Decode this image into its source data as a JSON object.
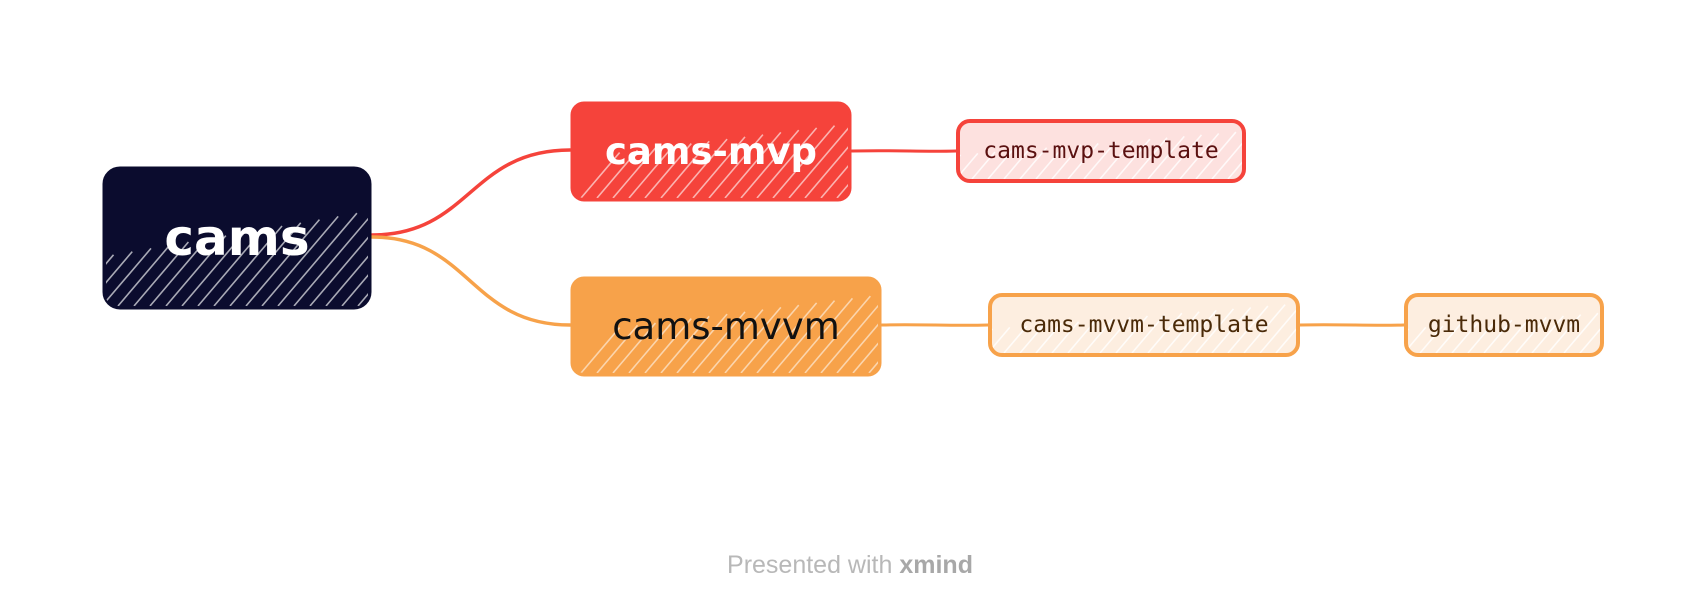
{
  "mindmap": {
    "root": {
      "label": "cams",
      "fill": "#0b0c2e"
    },
    "branches": [
      {
        "label": "cams-mvp",
        "fill": "#f5433b",
        "line_color": "#f5433b",
        "children": [
          {
            "label": "cams-mvp-template",
            "fill": "#fde1df",
            "stroke": "#f5433b"
          }
        ]
      },
      {
        "label": "cams-mvvm",
        "fill": "#f7a24a",
        "line_color": "#f7a24a",
        "children": [
          {
            "label": "cams-mvvm-template",
            "fill": "#fdeee0",
            "stroke": "#f7a24a"
          },
          {
            "label": "github-mvvm",
            "fill": "#fdeee0",
            "stroke": "#f7a24a"
          }
        ]
      }
    ]
  },
  "footer": {
    "prefix": "Presented with",
    "brand": "xmind"
  }
}
